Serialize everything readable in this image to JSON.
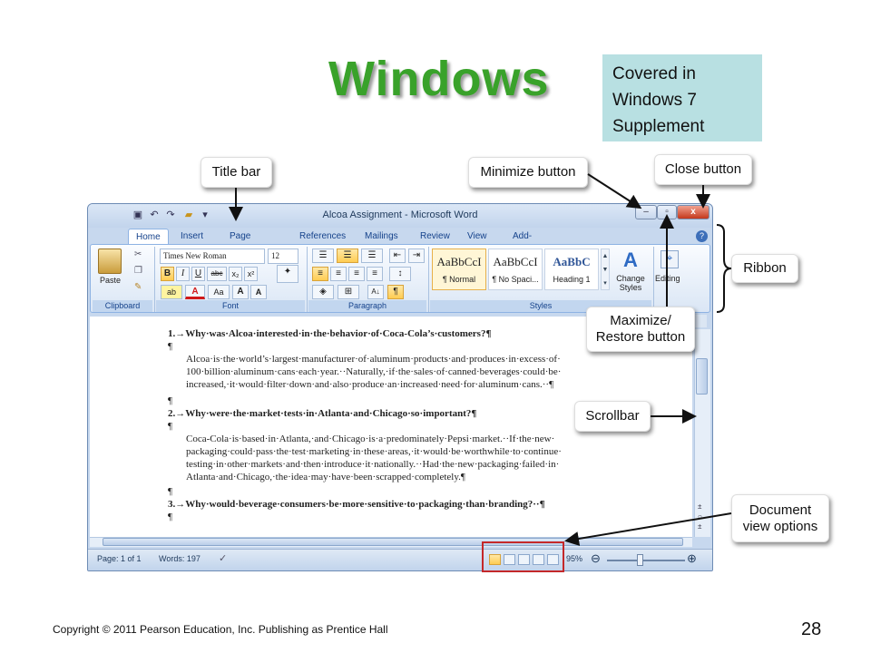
{
  "slide": {
    "title": "Windows",
    "covered_note": [
      "Covered in",
      "Windows 7",
      "Supplement"
    ],
    "footer": "Copyright © 2011 Pearson Education, Inc. Publishing as Prentice Hall",
    "page_number": "28"
  },
  "callouts": {
    "title_bar": "Title bar",
    "minimize": "Minimize button",
    "close": "Close button",
    "ribbon": "Ribbon",
    "maximize": [
      "Maximize/",
      "Restore button"
    ],
    "scrollbar": "Scrollbar",
    "view_options": [
      "Document",
      "view options"
    ]
  },
  "window": {
    "title": "Alcoa Assignment - Microsoft Word",
    "tabs": [
      "Home",
      "Insert",
      "Page Layout",
      "References",
      "Mailings",
      "Review",
      "View",
      "Add-Ins"
    ],
    "active_tab": "Home",
    "ribbon": {
      "paste_label": "Paste",
      "font_name": "Times New Roman",
      "font_size": "12",
      "styles": [
        {
          "preview": "AaBbCcI",
          "name": "¶ Normal"
        },
        {
          "preview": "AaBbCcI",
          "name": "¶ No Spaci..."
        },
        {
          "preview": "AaBbC",
          "name": "Heading 1"
        }
      ],
      "change_styles": [
        "Change",
        "Styles"
      ],
      "editing": "Editing",
      "groups": {
        "clipboard": "Clipboard",
        "font": "Font",
        "paragraph": "Paragraph",
        "styles": "Styles"
      }
    },
    "document": [
      {
        "kind": "b",
        "text": "1.→Why·was·Alcoa·interested·in·the·behavior·of·Coca-Cola’s·customers?¶"
      },
      {
        "kind": "pm",
        "text": "¶"
      },
      {
        "kind": "p",
        "text": "Alcoa·is·the·world’s·largest·manufacturer·of·aluminum·products·and·produces·in·excess·of·"
      },
      {
        "kind": "p",
        "text": "100·billion·aluminum·cans·each·year.··Naturally,·if·the·sales·of·canned·beverages·could·be·"
      },
      {
        "kind": "p",
        "text": "increased,·it·would·filter·down·and·also·produce·an·increased·need·for·aluminum·cans.··¶"
      },
      {
        "kind": "pm",
        "text": "¶"
      },
      {
        "kind": "b",
        "text": "2.→Why·were·the·market·tests·in·Atlanta·and·Chicago·so·important?¶"
      },
      {
        "kind": "pm",
        "text": "¶"
      },
      {
        "kind": "p",
        "text": "Coca-Cola·is·based·in·Atlanta,·and·Chicago·is·a·predominately·Pepsi·market.··If·the·new·"
      },
      {
        "kind": "p",
        "text": "packaging·could·pass·the·test·marketing·in·these·areas,·it·would·be·worthwhile·to·continue·"
      },
      {
        "kind": "p",
        "text": "testing·in·other·markets·and·then·introduce·it·nationally.··Had·the·new·packaging·failed·in·"
      },
      {
        "kind": "p",
        "text": "Atlanta·and·Chicago,·the·idea·may·have·been·scrapped·completely.¶"
      },
      {
        "kind": "pm",
        "text": "¶"
      },
      {
        "kind": "b",
        "text": "3.→Why·would·beverage·consumers·be·more·sensitive·to·packaging·than·branding?··¶"
      },
      {
        "kind": "pm",
        "text": "¶"
      }
    ],
    "status": {
      "page": "Page: 1 of 1",
      "words": "Words: 197",
      "zoom": "95%"
    }
  },
  "colors": {
    "title_green": "#39a22a",
    "note_bg": "#b8e0e2",
    "highlight_red": "#c4282a",
    "ribbon_blue": "#c7d8ee"
  }
}
